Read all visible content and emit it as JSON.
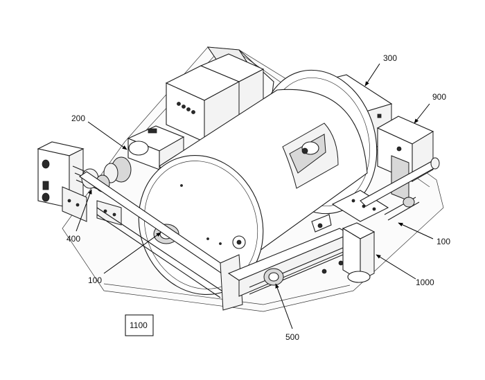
{
  "figure": {
    "labels": {
      "l300": "300",
      "l900": "900",
      "l200": "200",
      "l400": "400",
      "l100_left": "100",
      "l100_right": "100",
      "l1000": "1000",
      "l500": "500",
      "l1100": "1100"
    }
  }
}
